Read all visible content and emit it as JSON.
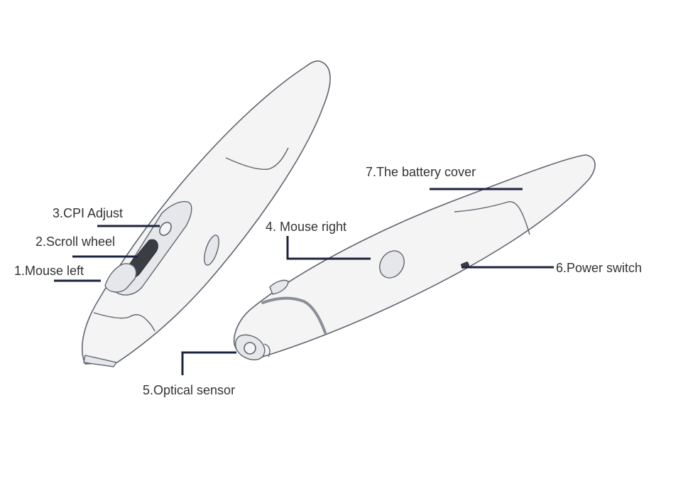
{
  "labels": {
    "mouse_left": "1.Mouse left",
    "scroll_wheel": "2.Scroll wheel",
    "cpi_adjust": "3.CPI Adjust",
    "mouse_right": "4. Mouse right",
    "optical_sensor": "5.Optical sensor",
    "power_switch": "6.Power switch",
    "battery_cover": "7.The battery cover"
  },
  "colors": {
    "leader_line": "#1c2340",
    "pen_outline": "#5f6570",
    "label_text": "#333333"
  }
}
